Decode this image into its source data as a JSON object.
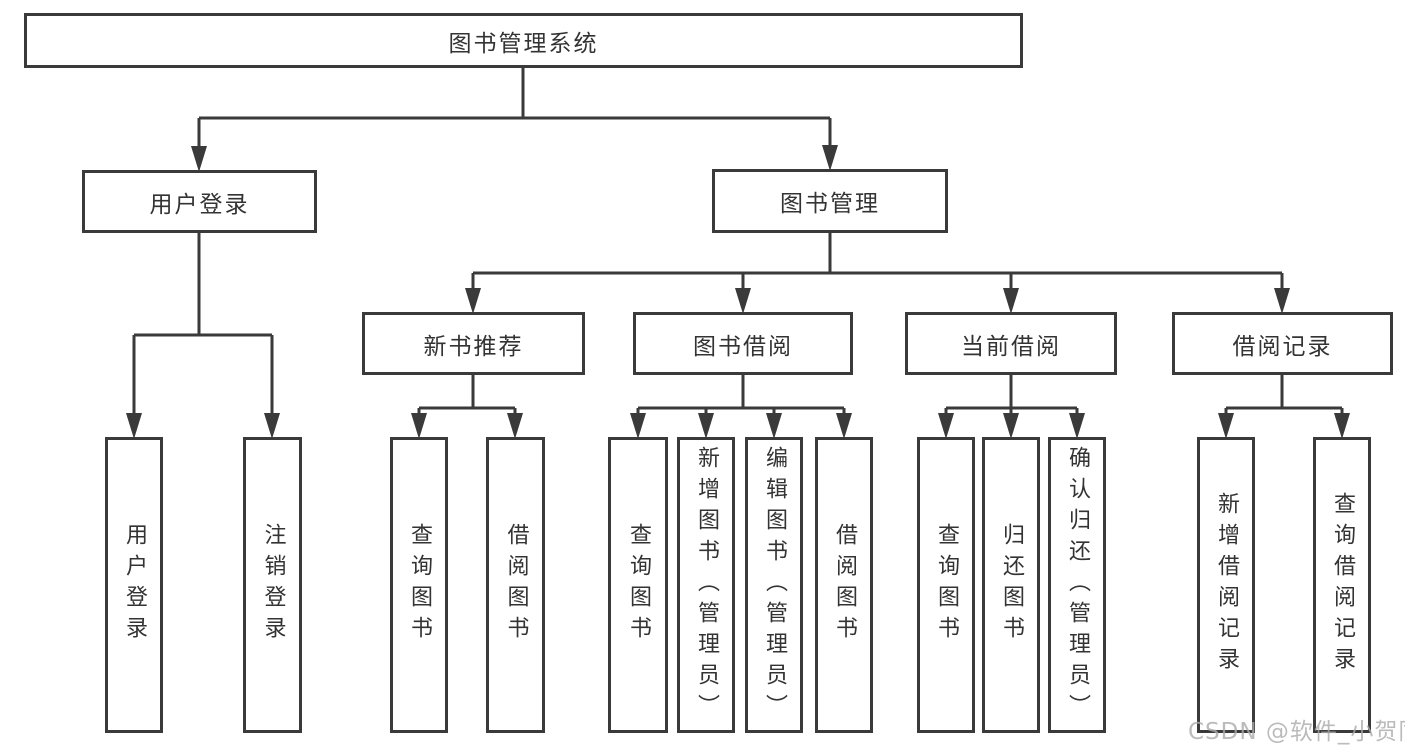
{
  "diagram": {
    "title": "图书管理系统",
    "level2": {
      "user_login": "用户登录",
      "book_mgmt": "图书管理"
    },
    "level3": {
      "new_books": "新书推荐",
      "book_borrow": "图书借阅",
      "current_borrow": "当前借阅",
      "borrow_records": "借阅记录"
    },
    "leaves": {
      "user_login": "用户登录",
      "logout": "注销登录",
      "newbooks_query": "查询图书",
      "newbooks_borrow": "借阅图书",
      "borrow_query": "查询图书",
      "borrow_add": "新增图书（管理员）",
      "borrow_edit": "编辑图书（管理员）",
      "borrow_borrow": "借阅图书",
      "current_query": "查询图书",
      "current_return": "归还图书",
      "current_confirm": "确认归还（管理员）",
      "records_add": "新增借阅记录",
      "records_query": "查询借阅记录"
    }
  },
  "watermark": "CSDN @软件_小贺同学",
  "colors": {
    "line": "#3a3a3a",
    "text": "#333333",
    "watermark": "#ababab",
    "background": "#ffffff"
  }
}
